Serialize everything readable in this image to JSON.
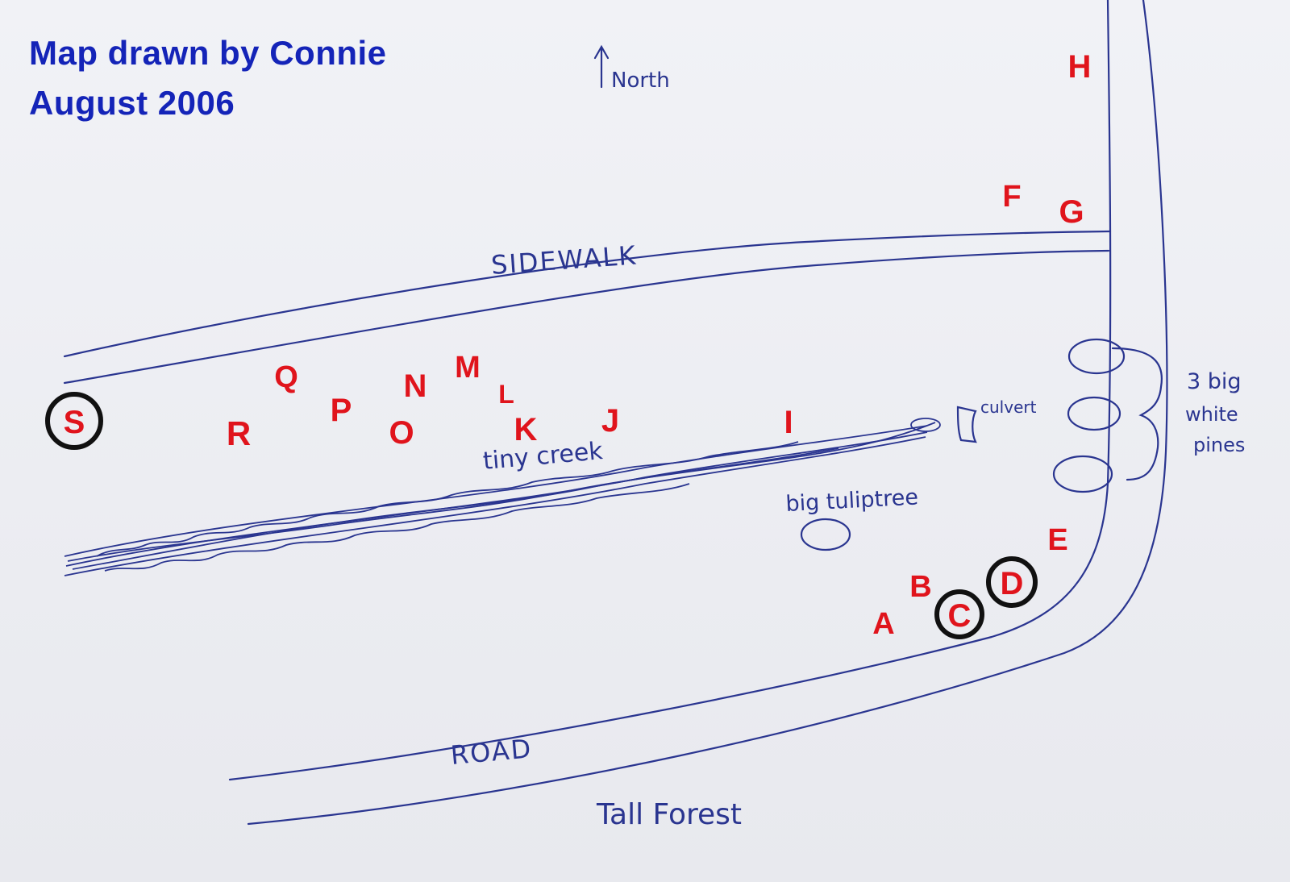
{
  "title": {
    "line1": "Map drawn by Connie",
    "line2": "August 2006"
  },
  "north_label": "North",
  "labels": {
    "sidewalk": "SIDEWALK",
    "road": "ROAD",
    "tall_forest": "Tall Forest",
    "tiny_creek": "tiny creek",
    "culvert": "culvert",
    "big_tuliptree": "big tuliptree",
    "pines_1": "3 big",
    "pines_2": "white",
    "pines_3": "pines"
  },
  "markers": {
    "A": "A",
    "B": "B",
    "C": "C",
    "D": "D",
    "E": "E",
    "F": "F",
    "G": "G",
    "H": "H",
    "I": "I",
    "J": "J",
    "K": "K",
    "L": "L",
    "M": "M",
    "N": "N",
    "O": "O",
    "P": "P",
    "Q": "Q",
    "R": "R",
    "S": "S"
  },
  "colors": {
    "ink_blue": "#2a3590",
    "title_blue": "#1424b8",
    "marker_red": "#e0141c",
    "circle_black": "#111111"
  },
  "icons": {
    "north": "north-arrow-icon"
  }
}
